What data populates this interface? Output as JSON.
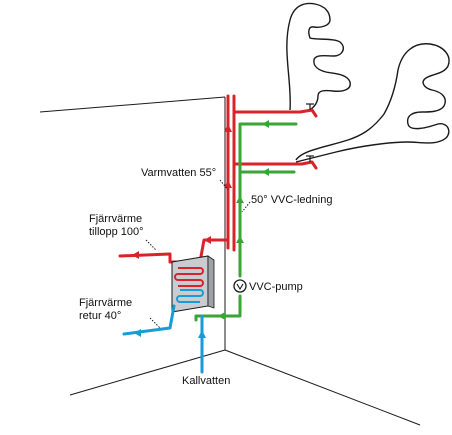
{
  "labels": {
    "hot_water": "Varmvatten 55°",
    "vvc_line": "50° VVC-ledning",
    "district_supply_1": "Fjärrvärme",
    "district_supply_2": "tillopp 100°",
    "vvc_pump": "VVC-pump",
    "district_return_1": "Fjärrvärme",
    "district_return_2": "retur 40°",
    "cold_water": "Kallvatten"
  },
  "colors": {
    "hot": "#d9232a",
    "circulation": "#3aa535",
    "cold": "#1a9ad6",
    "line": "#1a1a1a",
    "exchanger": "#c9ccd0"
  }
}
